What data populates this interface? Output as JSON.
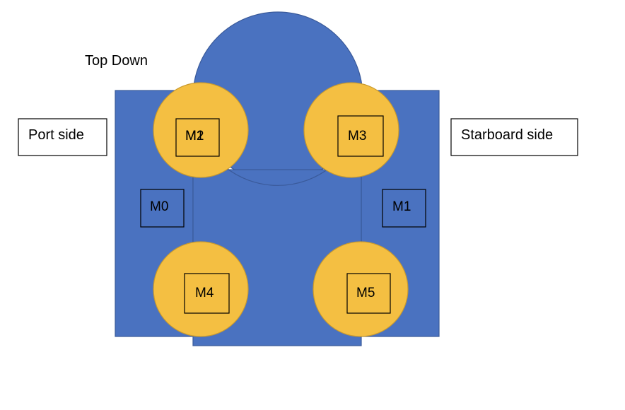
{
  "title": "Top Down",
  "port_label": "Port side",
  "starboard_label": "Starboard side",
  "motors": {
    "m0": "M0",
    "m1": "M1",
    "m2": "M2",
    "m2_overlap": "M1",
    "m3": "M3",
    "m4": "M4",
    "m5": "M5"
  },
  "colors": {
    "hull": "#4a72c0",
    "hull_stroke": "#3a5a9a",
    "motor_fill": "#f4bf42",
    "motor_stroke": "#c99a2e",
    "box_stroke": "#000000",
    "background": "#ffffff"
  }
}
